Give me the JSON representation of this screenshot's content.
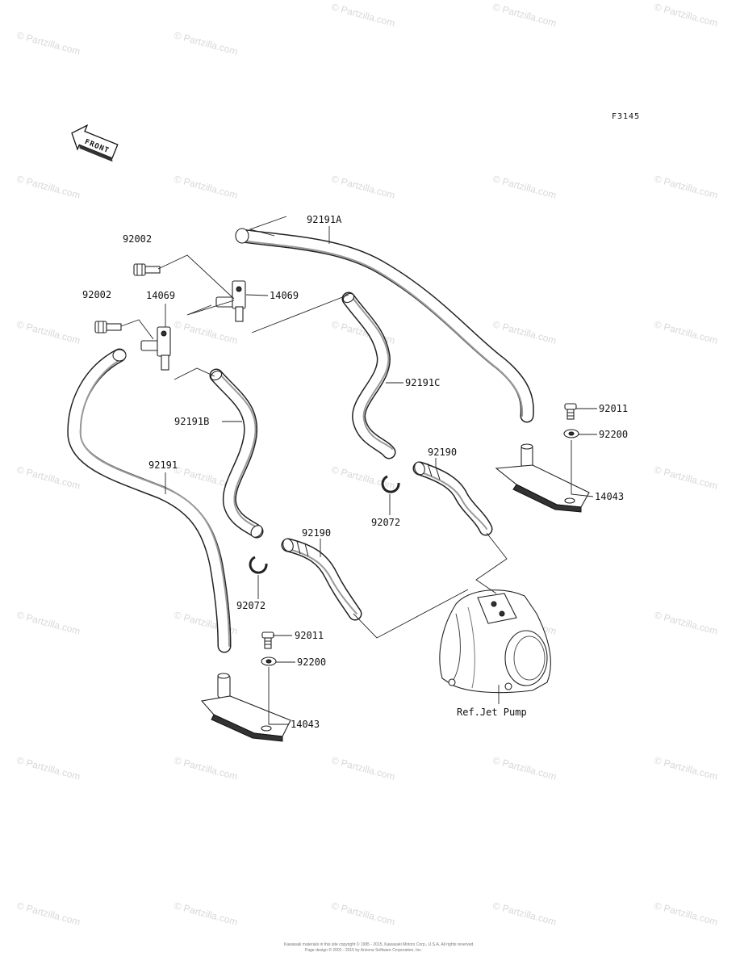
{
  "figure_code": "F3145",
  "front_label": "FRONT",
  "watermark": "© Partzilla.com",
  "footer_lines": [
    "Kawasaki materials in this site copyright © 1995 - 2015, Kawasaki Motors Corp., U.S.A. All rights reserved.",
    "Page design © 2002 - 2015 by Arizona Software Corporation, Inc."
  ],
  "callouts": {
    "p92191a": "92191A",
    "p92002_top": "92002",
    "p14069_right": "14069",
    "p92002_left": "92002",
    "p14069_left": "14069",
    "p92191c": "92191C",
    "p92191b": "92191B",
    "p92011_right": "92011",
    "p92200_right": "92200",
    "p92191": "92191",
    "p92190_right": "92190",
    "p14043_right": "14043",
    "p92072_mid": "92072",
    "p92190_left": "92190",
    "p92072_left": "92072",
    "p92011_bottom": "92011",
    "p92200_bottom": "92200",
    "p14043_bottom": "14043",
    "ref_jet_pump": "Ref.Jet Pump"
  }
}
